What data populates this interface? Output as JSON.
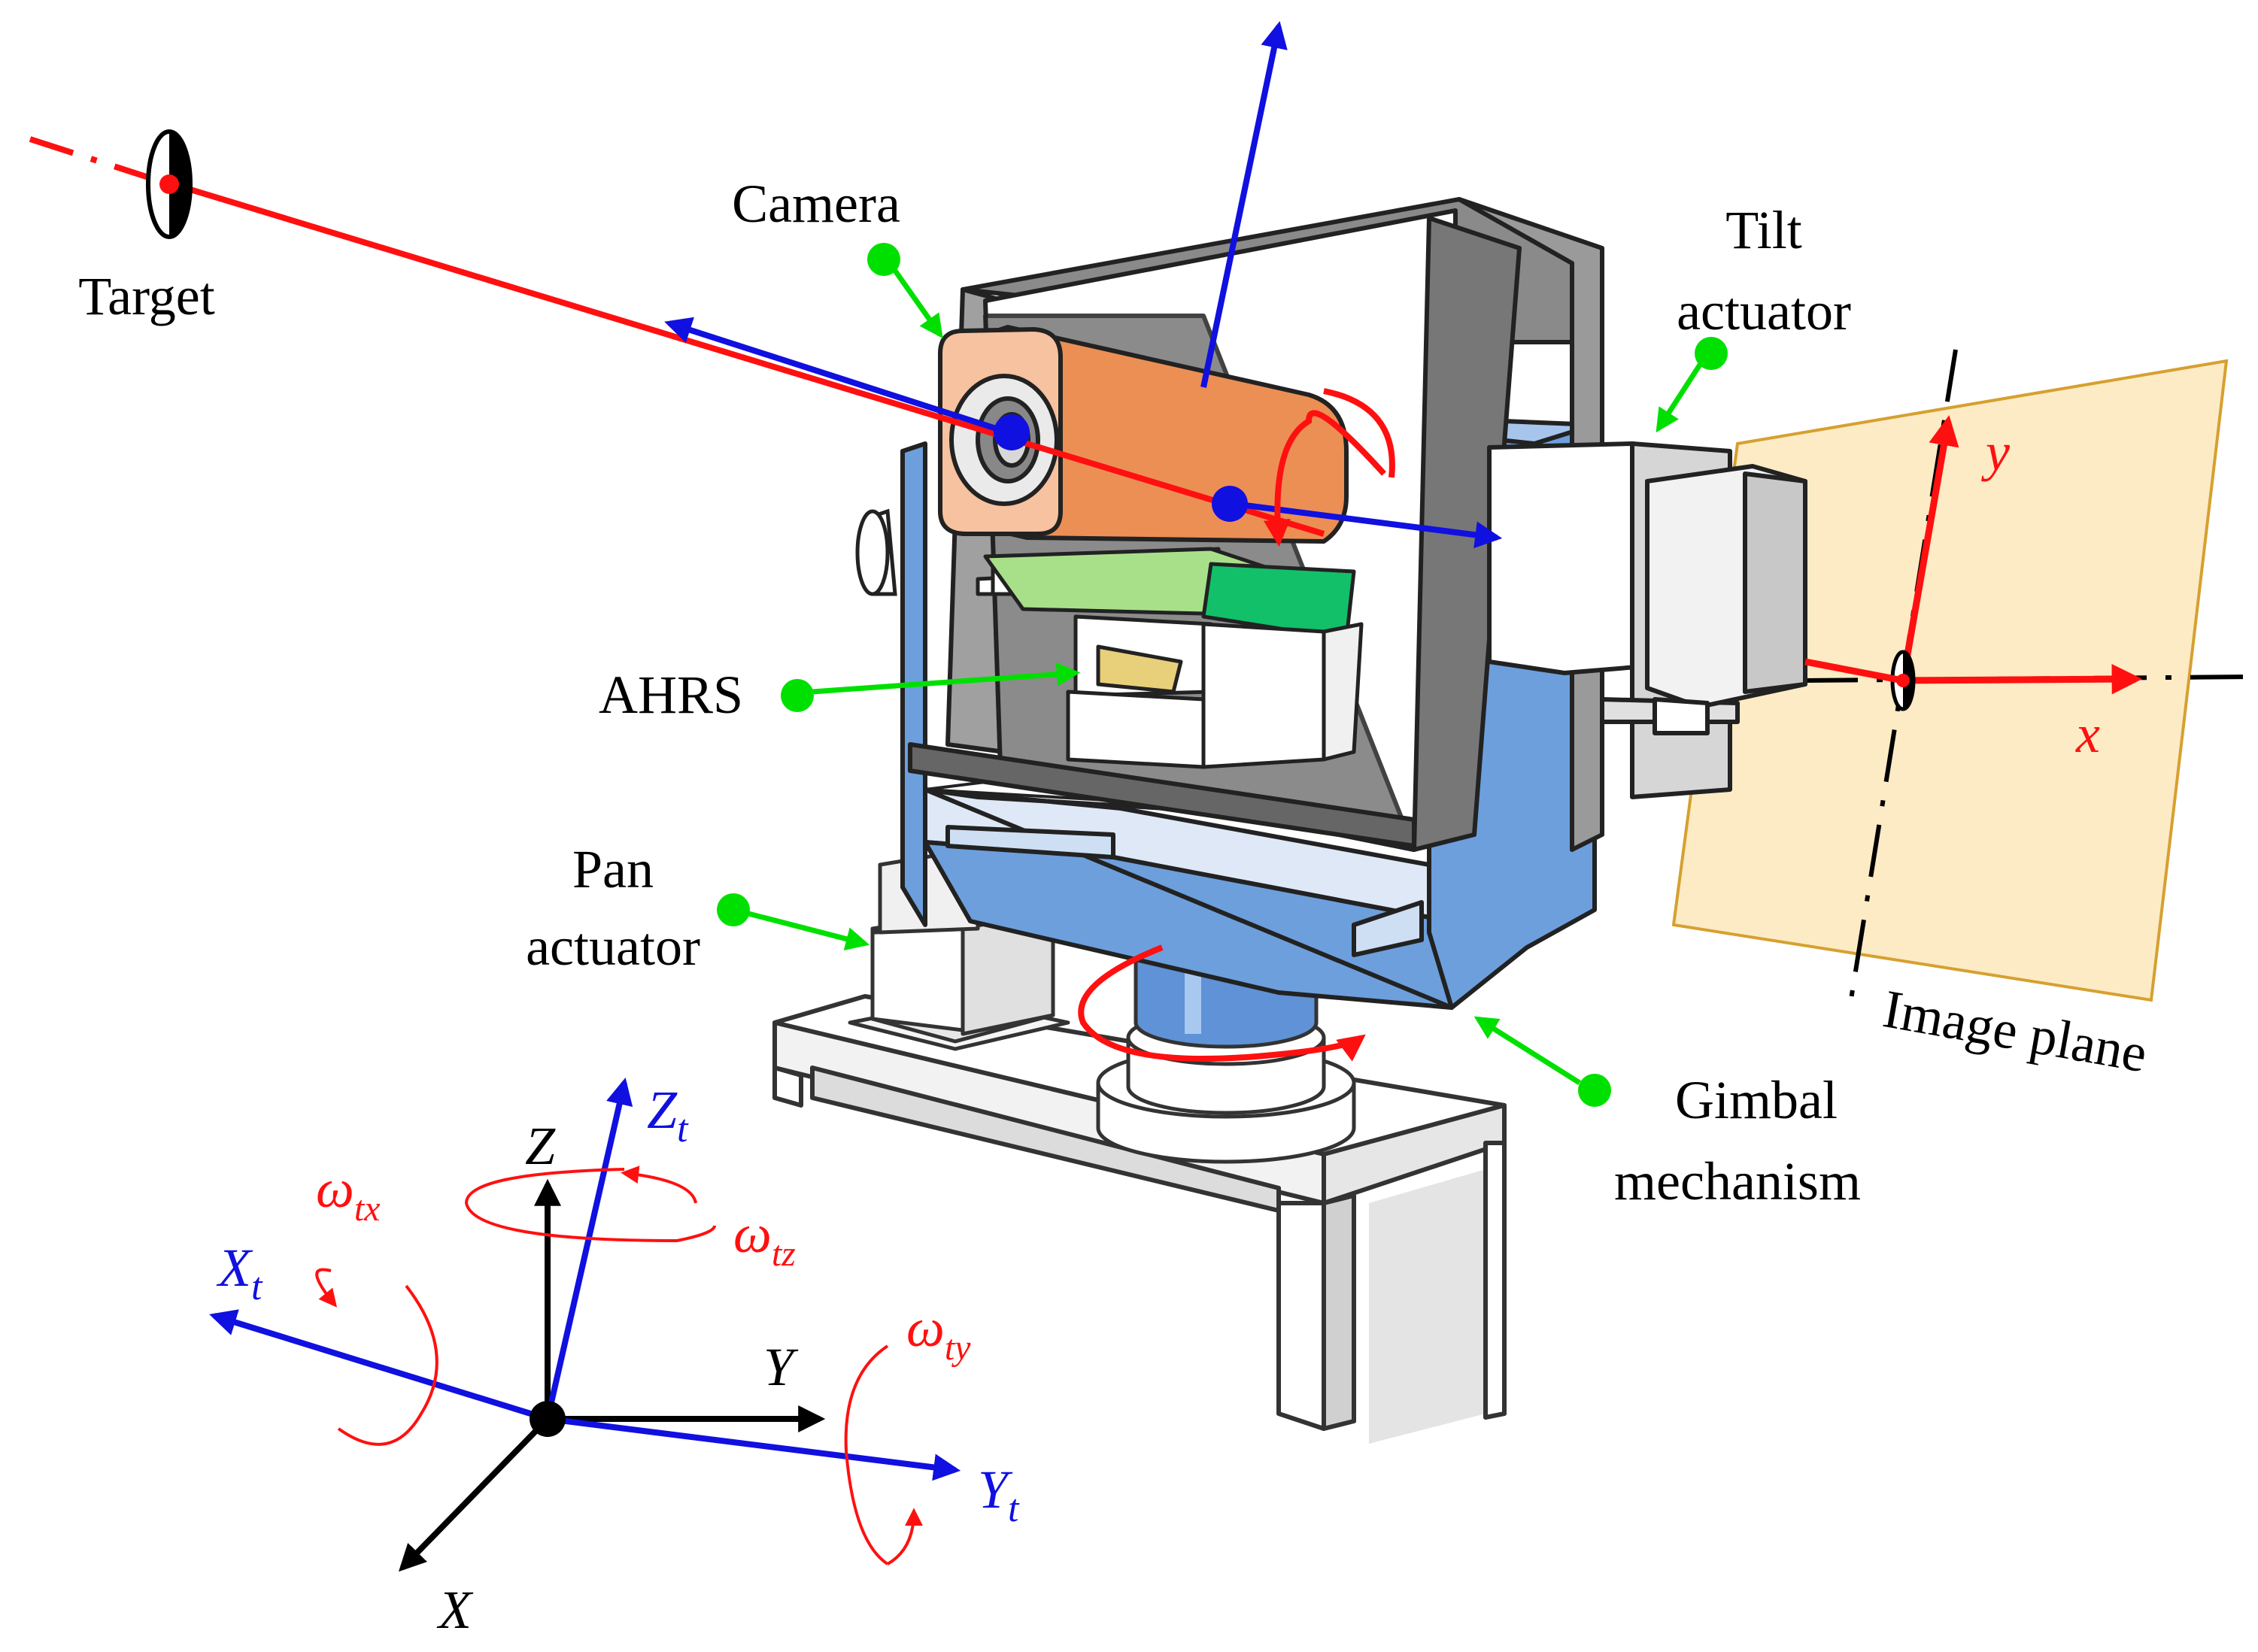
{
  "labels": {
    "target": "Target",
    "camera": "Camera",
    "tilt_actuator_line1": "Tilt",
    "tilt_actuator_line2": "actuator",
    "ahrs": "AHRS",
    "pan_actuator_line1": "Pan",
    "pan_actuator_line2": "actuator",
    "gimbal_line1": "Gimbal",
    "gimbal_line2": "mechanism",
    "image_plane": "Image plane"
  },
  "image_axes": {
    "x": "x",
    "y": "y"
  },
  "frame_axes": {
    "base": {
      "x": "X",
      "y": "Y",
      "z": "Z"
    },
    "target": {
      "x": "X",
      "y": "Y",
      "z": "Z",
      "subscript": "t"
    },
    "rates": {
      "symbol": "ω",
      "tx": "tx",
      "ty": "ty",
      "tz": "tz"
    }
  },
  "colors": {
    "label_arrow": "#00e000",
    "vector_blue": "#1010e0",
    "vector_red": "#ff1010",
    "vector_black": "#000000",
    "camera_body": "#ec8f55",
    "camera_face": "#f6c2a0",
    "gimbal_blue": "#6d9fdc",
    "frame_gray": "#8a8a8a",
    "image_plane_fill": "#fdebc5",
    "image_plane_edge": "#d6a030",
    "ahrs_board": "#a8e08a",
    "green_module": "#12c06a"
  }
}
